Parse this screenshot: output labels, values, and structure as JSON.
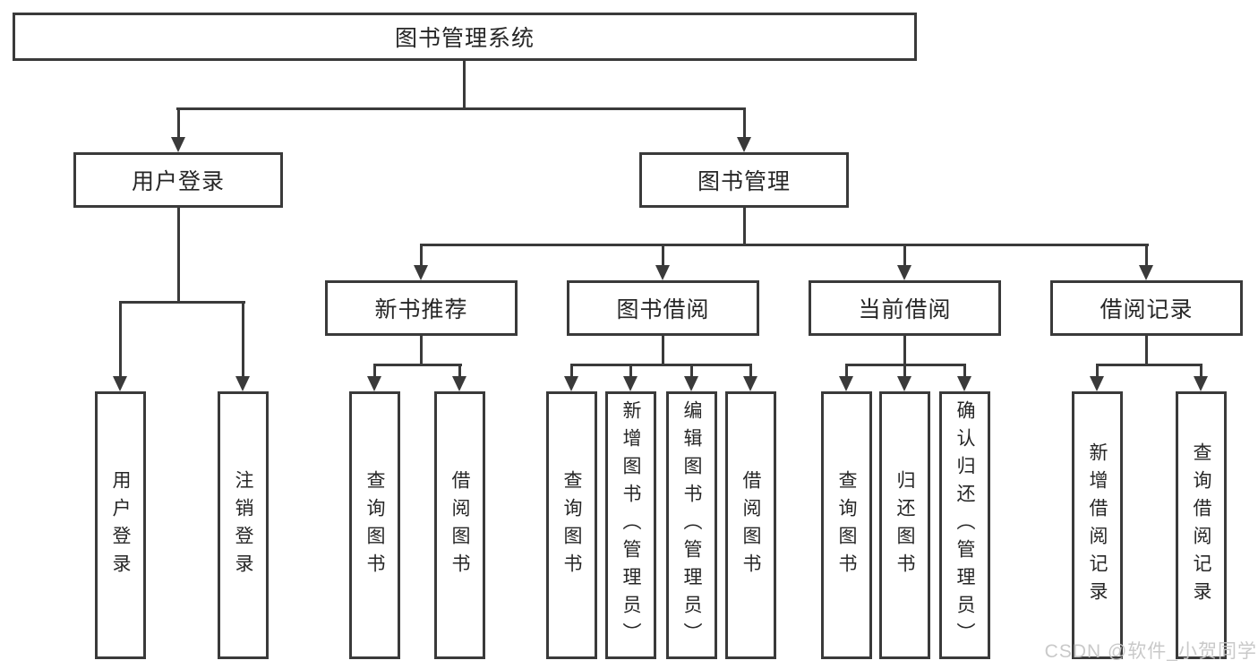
{
  "diagram": {
    "type": "functional-structure-tree",
    "colors": {
      "line": "#3a3a3a",
      "box_border": "#3a3a3a",
      "box_fill": "#ffffff",
      "text": "#262626",
      "watermark": "#c6c6c6",
      "background": "#ffffff"
    }
  },
  "hierarchy": {
    "label": "图书管理系统",
    "children": [
      {
        "label": "用户登录",
        "children": [
          {
            "label": "用户登录"
          },
          {
            "label": "注销登录"
          }
        ]
      },
      {
        "label": "图书管理",
        "children": [
          {
            "label": "新书推荐",
            "children": [
              {
                "label": "查询图书"
              },
              {
                "label": "借阅图书"
              }
            ]
          },
          {
            "label": "图书借阅",
            "children": [
              {
                "label": "查询图书"
              },
              {
                "label": "新增图书（管理员）"
              },
              {
                "label": "编辑图书（管理员）"
              },
              {
                "label": "借阅图书"
              }
            ]
          },
          {
            "label": "当前借阅",
            "children": [
              {
                "label": "查询图书"
              },
              {
                "label": "归还图书"
              },
              {
                "label": "确认归还（管理员）"
              }
            ]
          },
          {
            "label": "借阅记录",
            "children": [
              {
                "label": "新增借阅记录"
              },
              {
                "label": "查询借阅记录"
              }
            ]
          }
        ]
      }
    ]
  },
  "watermark": {
    "text": "CSDN @软件_小贺同学"
  }
}
